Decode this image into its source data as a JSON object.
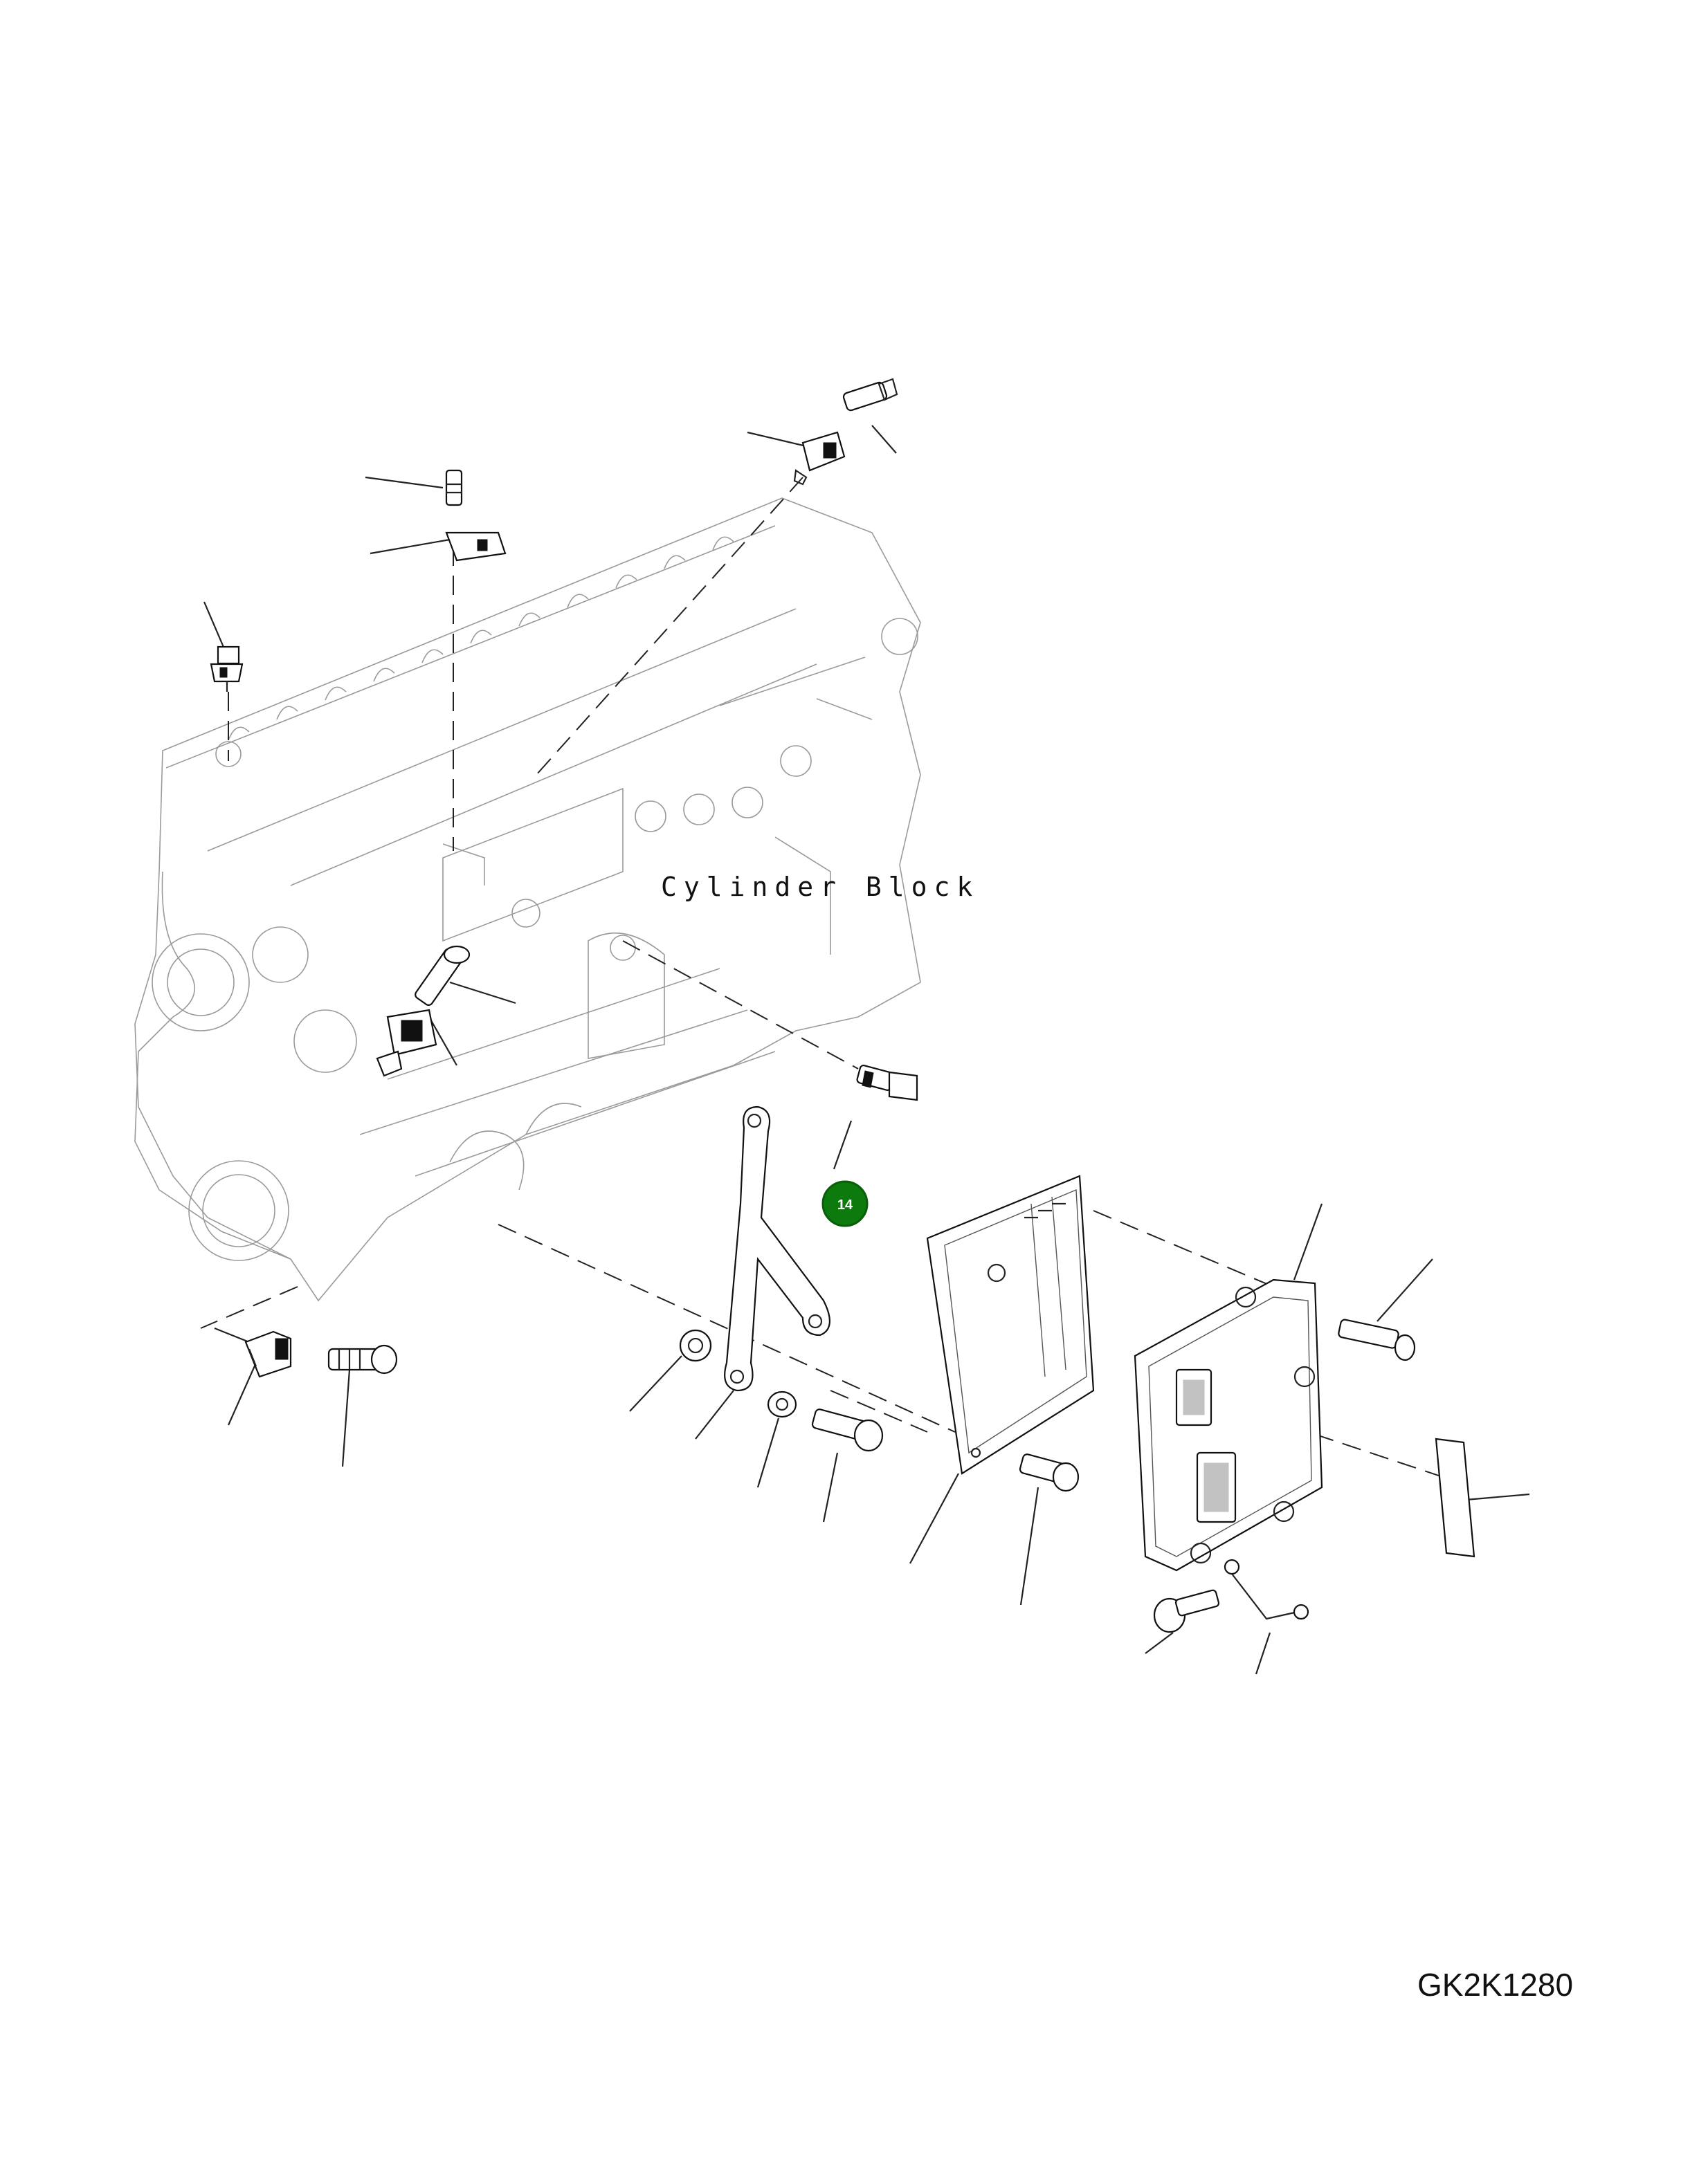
{
  "diagram": {
    "block_label": "Cylinder Block",
    "drawing_code": "GK2K1280",
    "callouts": [
      {
        "id": "callout-14",
        "number": "14",
        "color": "#0c7a0c"
      }
    ]
  }
}
